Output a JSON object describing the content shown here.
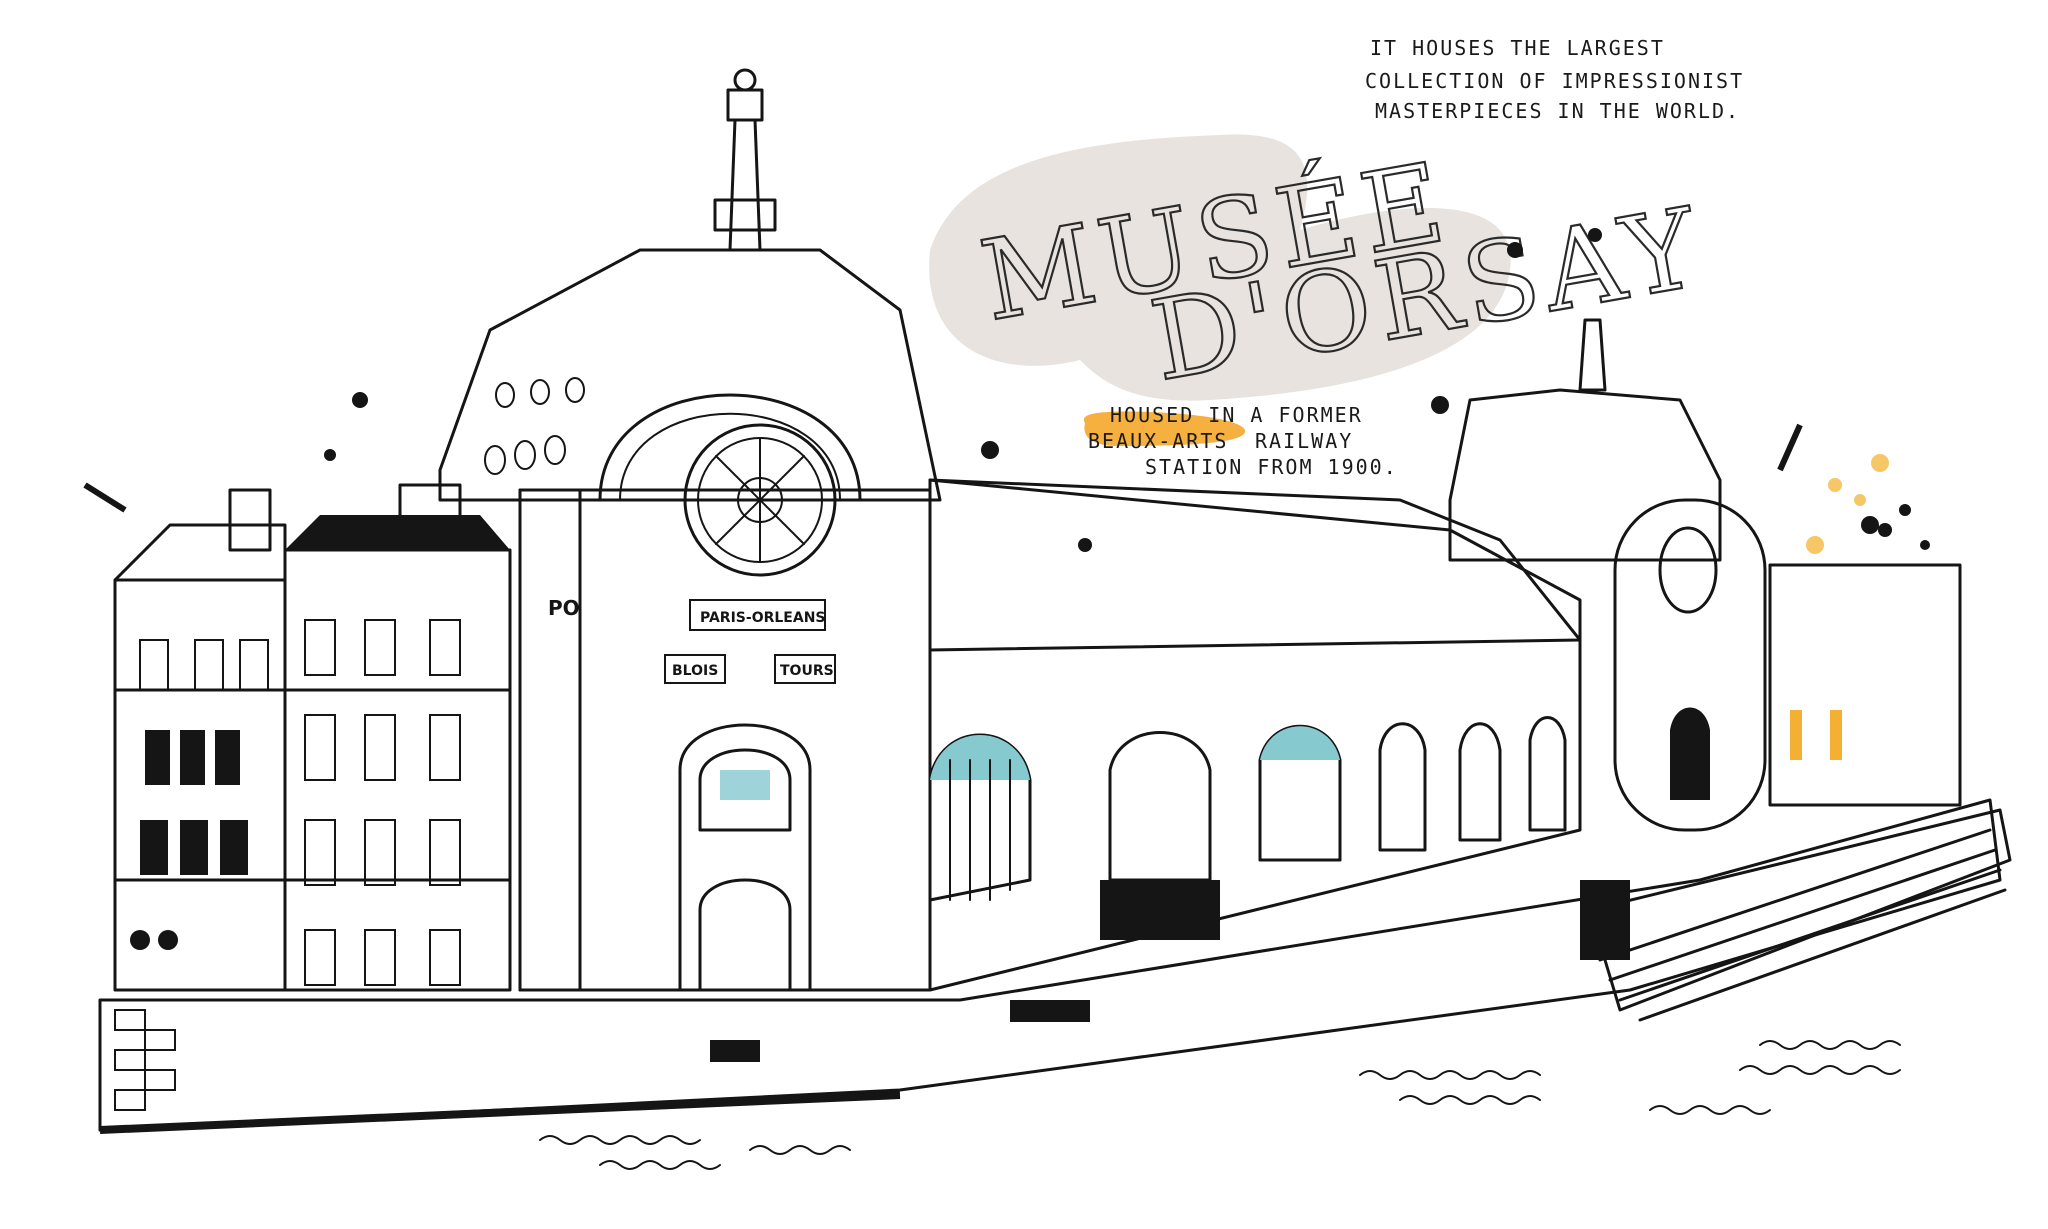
{
  "illustration": {
    "subject": "Musée d'Orsay",
    "title_line1": "MUSÉE",
    "title_line2": "D'ORSAY",
    "note_top": {
      "line1": "IT HOUSES THE LARGEST",
      "line2": "COLLECTION OF IMPRESSIONIST",
      "line3": "MASTERPIECES IN THE WORLD."
    },
    "note_mid": {
      "line1": "HOUSED IN A FORMER",
      "highlight": "BEAUX-ARTS",
      "line2_rest": "RAILWAY",
      "line3": "STATION FROM 1900."
    },
    "signs": {
      "main": "PARIS-ORLEANS",
      "left": "BLOIS",
      "right": "TOURS",
      "side": "PO"
    },
    "colors": {
      "background": "#ffffff",
      "ink": "#151515",
      "stone_tan": "#cbbd9f",
      "cream": "#f6e2bd",
      "roof_grey": "#c3c8bd",
      "window_orange": "#f3b033",
      "window_blue": "#86c9cf",
      "title_blob": "#e8e3df",
      "highlight": "#f5b040",
      "accent_dot": "#f6c766"
    }
  }
}
